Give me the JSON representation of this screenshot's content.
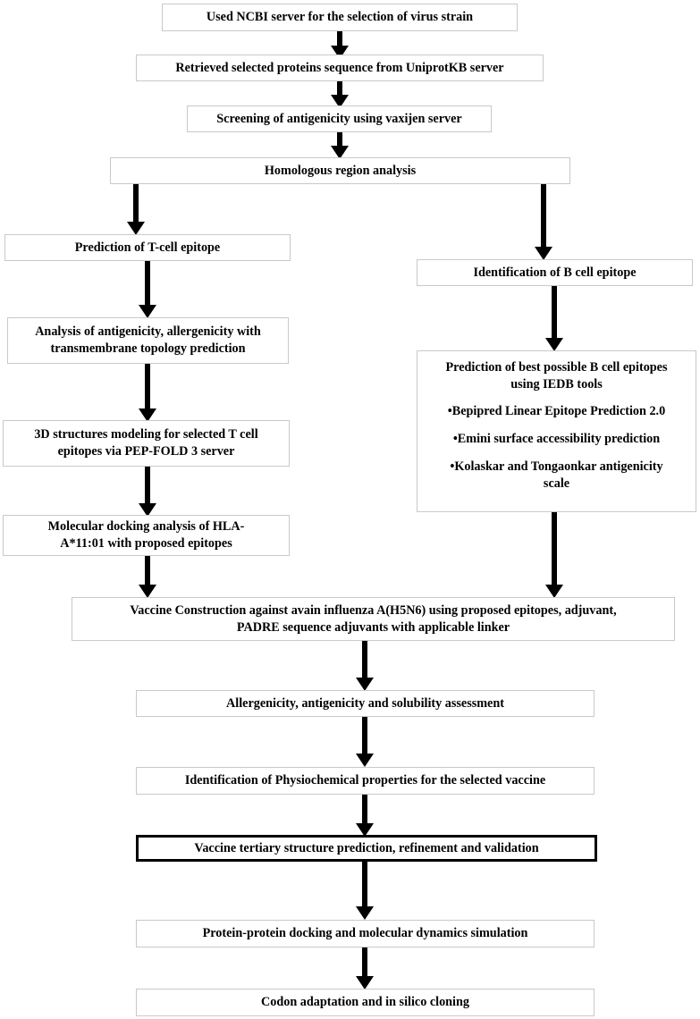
{
  "diagram": {
    "title": "In silico vaccine design workflow flowchart",
    "accent_color": "#000000",
    "box_border_color": "#c9c9c9",
    "emphasis_border_color": "#000000",
    "background_color": "#ffffff"
  },
  "nodes": {
    "ncbi": {
      "text": "Used NCBI server for the selection of virus strain"
    },
    "uniprot": {
      "text": "Retrieved selected proteins sequence from UniprotKB server"
    },
    "vaxijen": {
      "text": "Screening of antigenicity using vaxijen server"
    },
    "homologous": {
      "text": "Homologous region analysis"
    },
    "tcell_pred": {
      "text": "Prediction of T-cell epitope"
    },
    "antigenicity": {
      "line1": "Analysis of antigenicity, allergenicity with",
      "line2": "transmembrane topology prediction"
    },
    "structures_3d": {
      "line1": "3D structures modeling for selected T cell",
      "line2": "epitopes via PEP-FOLD 3 server"
    },
    "docking_hla": {
      "line1": "Molecular docking analysis of HLA-",
      "line2": "A*11:01 with proposed epitopes"
    },
    "bcell_id": {
      "text": "Identification of B cell epitope"
    },
    "bcell_pred": {
      "line1": "Prediction of  best possible B cell epitopes",
      "line2": "using IEDB tools",
      "bullets": [
        "•Bepipred Linear Epitope Prediction 2.0",
        "•Emini surface accessibility prediction",
        "•Kolaskar and Tongaonkar antigenicity scale"
      ]
    },
    "vaccine_construction": {
      "line1": "Vaccine Construction against avain influenza A(H5N6) using  proposed epitopes, adjuvant,",
      "line2": "PADRE sequence adjuvants with applicable linker"
    },
    "assessment": {
      "text": "Allergenicity, antigenicity and solubility assessment"
    },
    "physiochemical": {
      "text": "Identification of Physiochemical  properties for the selected vaccine"
    },
    "tertiary": {
      "text": "Vaccine tertiary structure prediction, refinement and validation"
    },
    "ppdocking": {
      "text": "Protein-protein docking and molecular dynamics simulation"
    },
    "codon": {
      "text": "Codon adaptation and in silico cloning"
    }
  }
}
